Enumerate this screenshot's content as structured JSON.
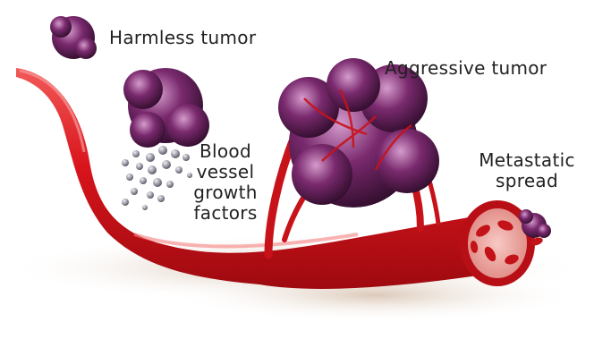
{
  "labels": {
    "harmless_tumor": "Harmless tumor",
    "aggressive_tumor": "Aggressive tumor",
    "growth_factors": [
      "Blood",
      "vessel",
      "growth",
      "factors"
    ],
    "metastatic_spread": [
      "Metastatic",
      "spread"
    ]
  },
  "colors": {
    "vessel": "#d8141b",
    "vessel_dark": "#9e0a10",
    "vessel_highlight": "#f25a5a",
    "tumor": "#7a2a6e",
    "tumor_dark": "#2e0c2a",
    "tumor_light": "#c07ab6",
    "growth_factor": "#9a9aa6",
    "shadow": "#d8c3b0",
    "text": "#222222"
  }
}
